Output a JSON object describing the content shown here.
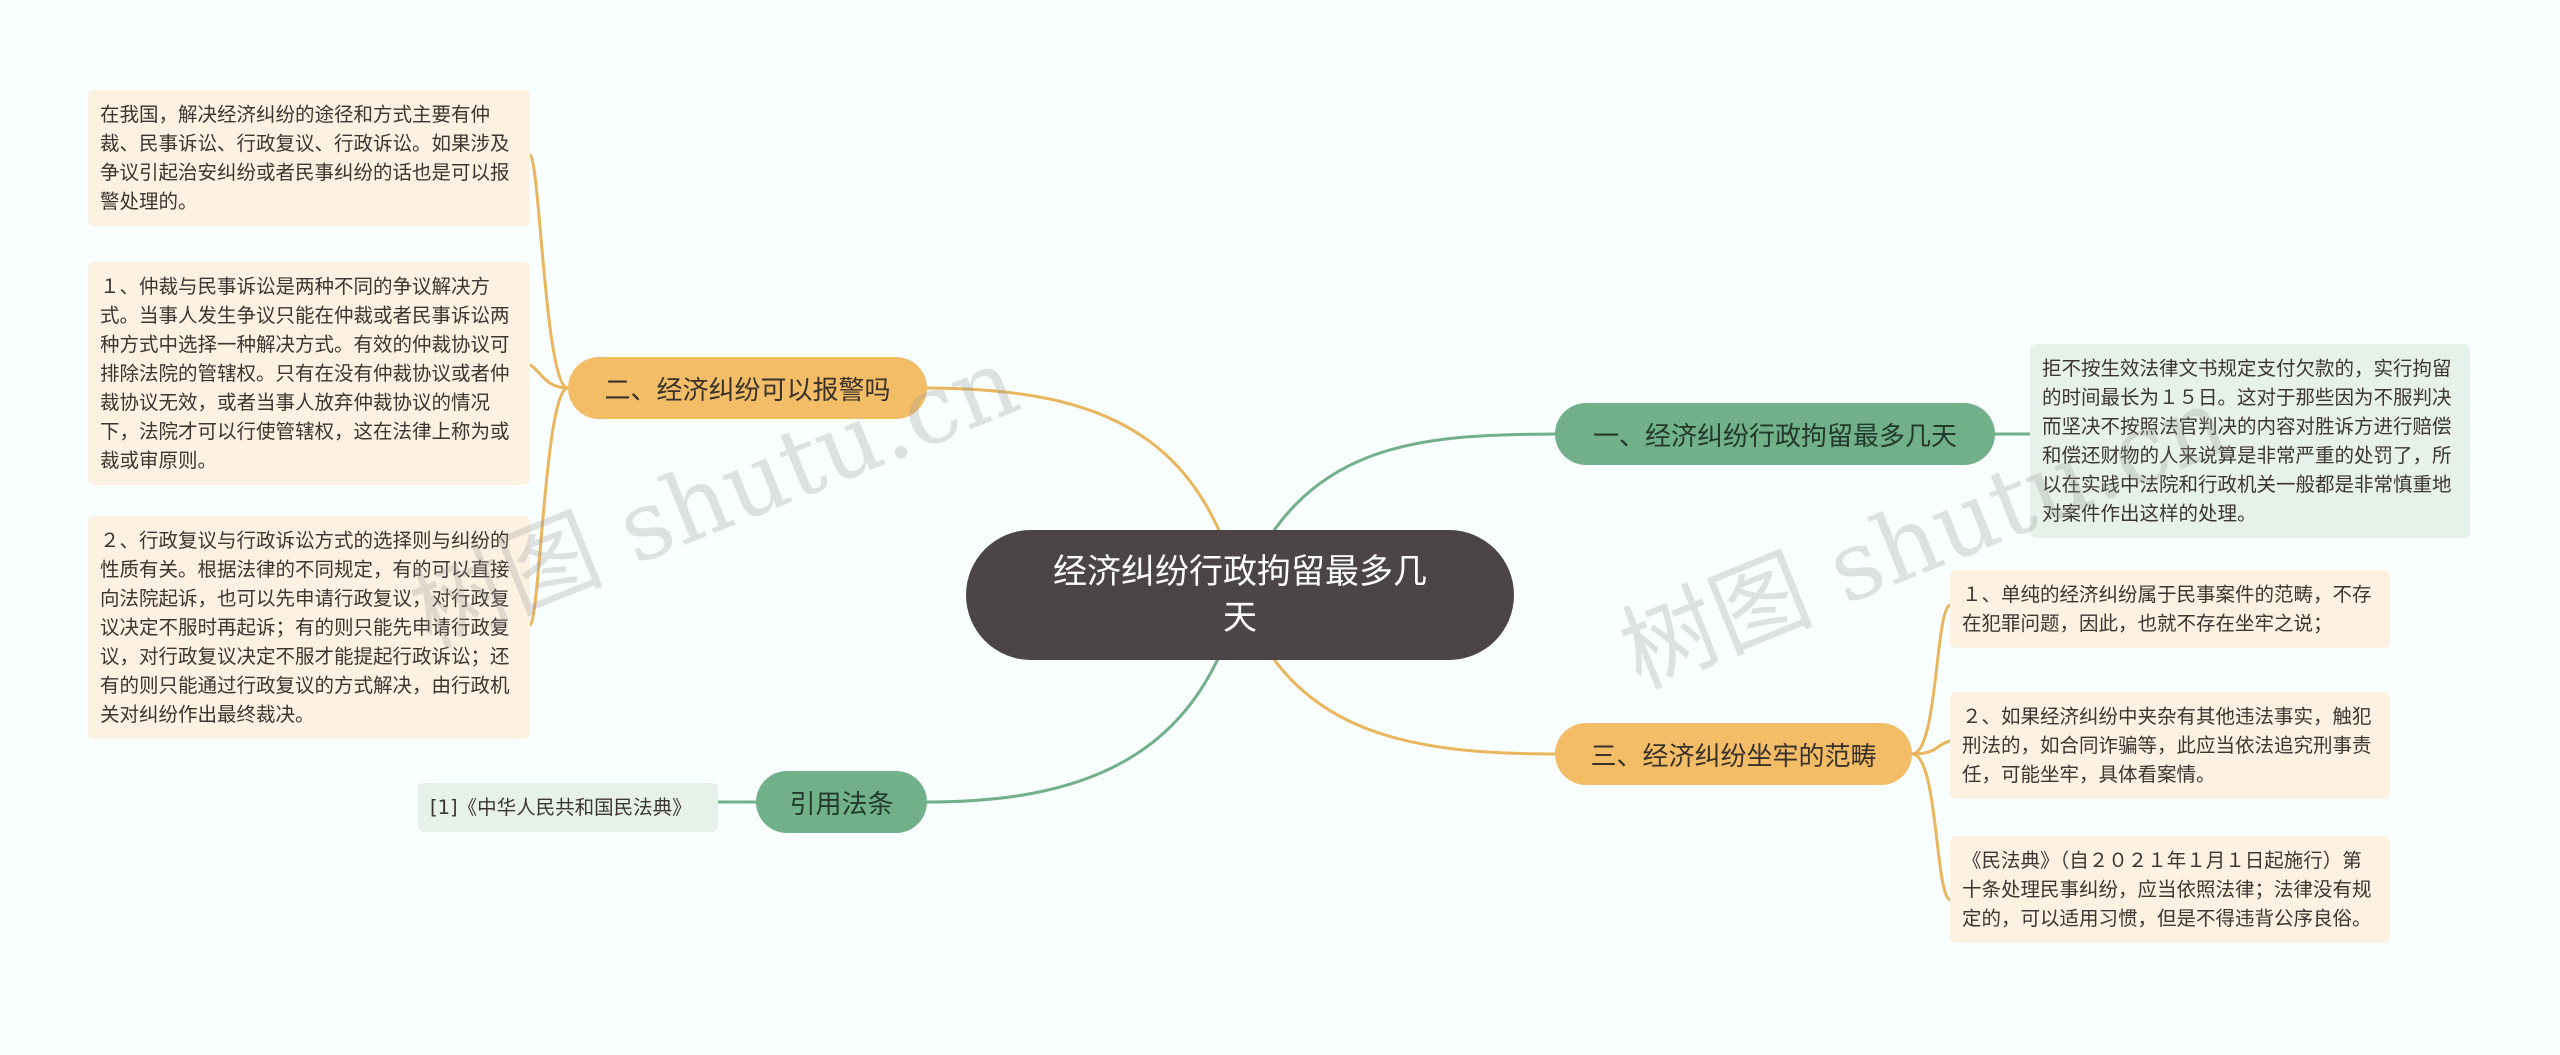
{
  "center": {
    "title": "经济纠纷行政拘留最多几天"
  },
  "branches": [
    {
      "label": "一、经济纠纷行政拘留最多几天",
      "color": "#72b08a",
      "leaves": [
        "拒不按生效法律文书规定支付欠款的，实行拘留的时间最长为１５日。这对于那些因为不服判决而坚决不按照法官判决的内容对胜诉方进行赔偿和偿还财物的人来说算是非常严重的处罚了，所以在实践中法院和行政机关一般都是非常慎重地对案件作出这样的处理。"
      ]
    },
    {
      "label": "二、经济纠纷可以报警吗",
      "color": "#f2bd66",
      "leaves": [
        "在我国，解决经济纠纷的途径和方式主要有仲裁、民事诉讼、行政复议、行政诉讼。如果涉及争议引起治安纠纷或者民事纠纷的话也是可以报警处理的。",
        "１、仲裁与民事诉讼是两种不同的争议解决方式。当事人发生争议只能在仲裁或者民事诉讼两种方式中选择一种解决方式。有效的仲裁协议可排除法院的管辖权。只有在没有仲裁协议或者仲裁协议无效，或者当事人放弃仲裁协议的情况下，法院才可以行使管辖权，这在法律上称为或裁或审原则。",
        "２、行政复议与行政诉讼方式的选择则与纠纷的性质有关。根据法律的不同规定，有的可以直接向法院起诉，也可以先申请行政复议，对行政复议决定不服时再起诉；有的则只能先申请行政复议，对行政复议决定不服才能提起行政诉讼；还有的则只能通过行政复议的方式解决，由行政机关对纠纷作出最终裁决。"
      ]
    },
    {
      "label": "三、经济纠纷坐牢的范畴",
      "color": "#f2bd66",
      "leaves": [
        "１、单纯的经济纠纷属于民事案件的范畴，不存在犯罪问题，因此，也就不存在坐牢之说；",
        "２、如果经济纠纷中夹杂有其他违法事实，触犯刑法的，如合同诈骗等，此应当依法追究刑事责任，可能坐牢，具体看案情。",
        "《民法典》（自２０２１年１月１日起施行）第十条处理民事纠纷，应当依照法律；法律没有规定的，可以适用习惯，但是不得违背公序良俗。"
      ]
    },
    {
      "label": "引用法条",
      "color": "#72b08a",
      "leaves": [
        "[1]《中华人民共和国民法典》"
      ]
    }
  ],
  "watermarks": [
    "树图 shutu.cn",
    "树图 shutu.cn"
  ]
}
